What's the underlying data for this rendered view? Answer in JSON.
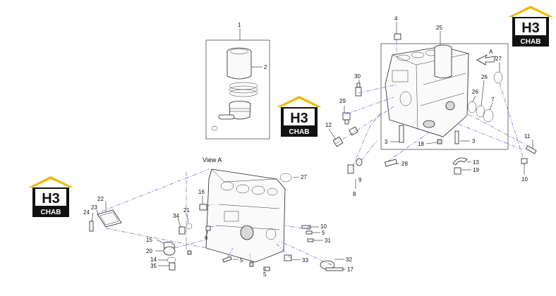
{
  "view_label": "View A",
  "arrow_label": "A",
  "brand": {
    "top_text": "H3",
    "bottom_text": "CHAB",
    "accent_color": "#f2b705",
    "dark_color": "#111111"
  },
  "callouts": [
    "1",
    "2",
    "3",
    "3",
    "4",
    "5",
    "5",
    "5",
    "6",
    "7",
    "8",
    "9",
    "10",
    "10",
    "11",
    "12",
    "13",
    "14",
    "15",
    "16",
    "17",
    "18",
    "19",
    "20",
    "21",
    "22",
    "23",
    "24",
    "25",
    "26",
    "26",
    "27",
    "27",
    "28",
    "29",
    "30",
    "31",
    "32",
    "33",
    "34",
    "35"
  ]
}
